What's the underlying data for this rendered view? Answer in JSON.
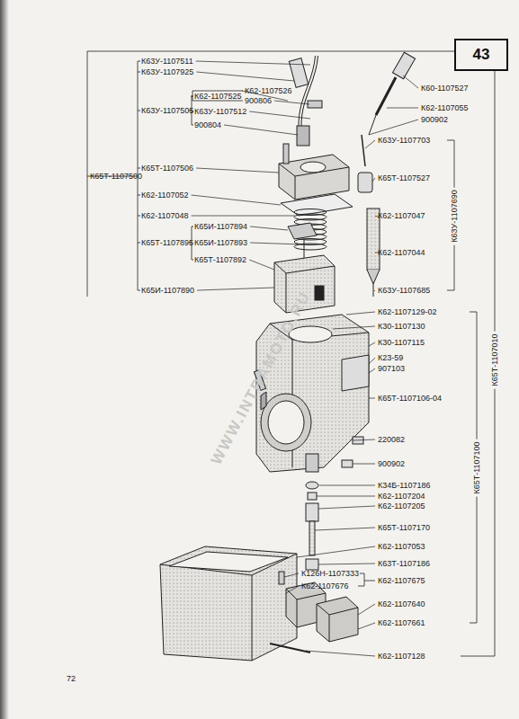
{
  "diagram": {
    "nodes": [
      {
        "text": [
          "43"
        ]
      }
    ],
    "labels": [
      "К63У-1107511",
      "К63У-1107925",
      "К60-1107527",
      "К62-1107526",
      "К62-1107525",
      "900806",
      "К63У-1107505",
      "К63У-1107512",
      "900804",
      "К62-1107055",
      "900902",
      "К65Т-1107500",
      "К63У-1107703",
      "К65Т-1107506",
      "К65Т-1107527",
      "К62-1107052",
      "К62-1107047",
      "К62-1107048",
      "К65И-1107894",
      "К65Т-1107895",
      "К65И-1107893",
      "К65Т-1107892",
      "К62-1107044",
      "К63У-1107690",
      "К65И-1107890",
      "К63У-1107685",
      "К62-1107129-02",
      "К30-1107130",
      "К30-1107115",
      "К23-59",
      "907103",
      "К65Т-1107106-04",
      "К65Т-1107100",
      "К65Т-1107010",
      "220082",
      "900902",
      "К34Б-1107186",
      "К62-1107204",
      "К62-1107205",
      "К65Т-1107170",
      "К62-1107053",
      "К63Т-1107186",
      "К126Н-1107333",
      "К62-1107675",
      "К62-1107676",
      "К62-1107640",
      "К62-1107661",
      "К62-1107128",
      "72",
      "WWW.INTRAMOTO.RU"
    ]
  }
}
